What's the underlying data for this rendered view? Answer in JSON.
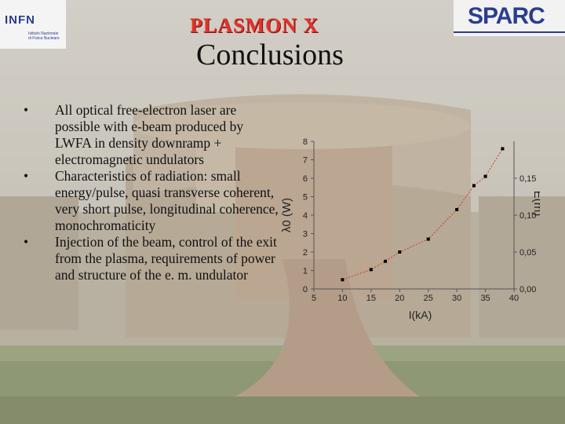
{
  "header": {
    "left_logo": "INFN",
    "left_logo_sub": [
      "Istituto Nazionale",
      "di Fisica Nucleare"
    ],
    "project_logo": "PLASMON X",
    "right_logo": "SPARC"
  },
  "slide": {
    "title": "Conclusions",
    "bullets": [
      {
        "marker": "•",
        "text": "All optical free-electron laser are possible with e-beam produced by LWFA in density downramp + electromagnetic undulators"
      },
      {
        "marker": "•",
        "text": "Characteristics of radiation: small energy/pulse, quasi transverse coherent, very short pulse, longitudinal coherence, monochromaticity"
      },
      {
        "marker": "•",
        "text": "Injection of the beam, control of the exit from the plasma, requirements of power and structure of the e. m. undulator"
      }
    ]
  },
  "chart_data": {
    "type": "scatter",
    "x": [
      10,
      15,
      17.5,
      20,
      25,
      30,
      33,
      35,
      38
    ],
    "y": [
      0.5,
      1.05,
      1.5,
      2.0,
      2.7,
      4.3,
      5.6,
      6.1,
      7.6
    ],
    "x_ticks": [
      "5",
      "10",
      "15",
      "20",
      "25",
      "30",
      "35",
      "40"
    ],
    "y_left_ticks": [
      "0",
      "1",
      "2",
      "3",
      "4",
      "5",
      "6",
      "7",
      "8"
    ],
    "y_right_ticks": [
      "0,00",
      "0,05",
      "0,10",
      "0,15"
    ],
    "xlabel": "I(kA)",
    "ylabel_left": "λ0 (W)",
    "ylabel_right": "E(m)",
    "xlim": [
      5,
      40
    ],
    "ylim": [
      0,
      8
    ],
    "y_right_lim": [
      0,
      0.2
    ],
    "marker_color": "#000000",
    "fit_color": "#d2381f",
    "grid": false
  }
}
